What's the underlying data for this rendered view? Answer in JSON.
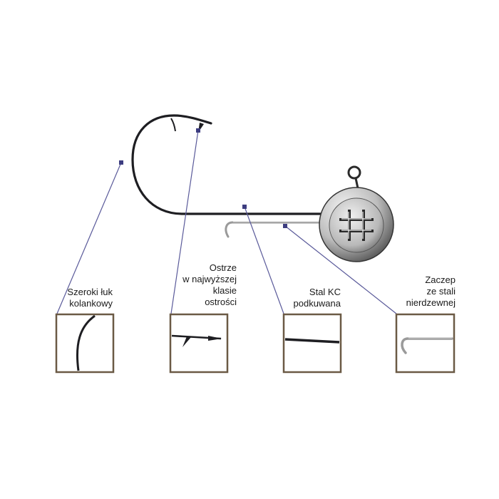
{
  "labels": [
    {
      "lines": [
        "Szeroki łuk",
        "kolankowy"
      ]
    },
    {
      "lines": [
        "Ostrze",
        "w najwyższej",
        "klasie",
        "ostrości"
      ]
    },
    {
      "lines": [
        "Stal KC",
        "podkuwana"
      ]
    },
    {
      "lines": [
        "Zaczep",
        "ze stali",
        "nierdzewnej"
      ]
    }
  ],
  "colors": {
    "frame": "#6b5a45",
    "leader": "#5a5a9a",
    "steel_dark": "#1e1e22",
    "head_light": "#e4e4e4",
    "head_dark": "#5a5a5a"
  },
  "icons": {
    "hook": "jig-hook-icon",
    "head": "jig-head-icon",
    "logo": "hashtag-logo-icon"
  }
}
